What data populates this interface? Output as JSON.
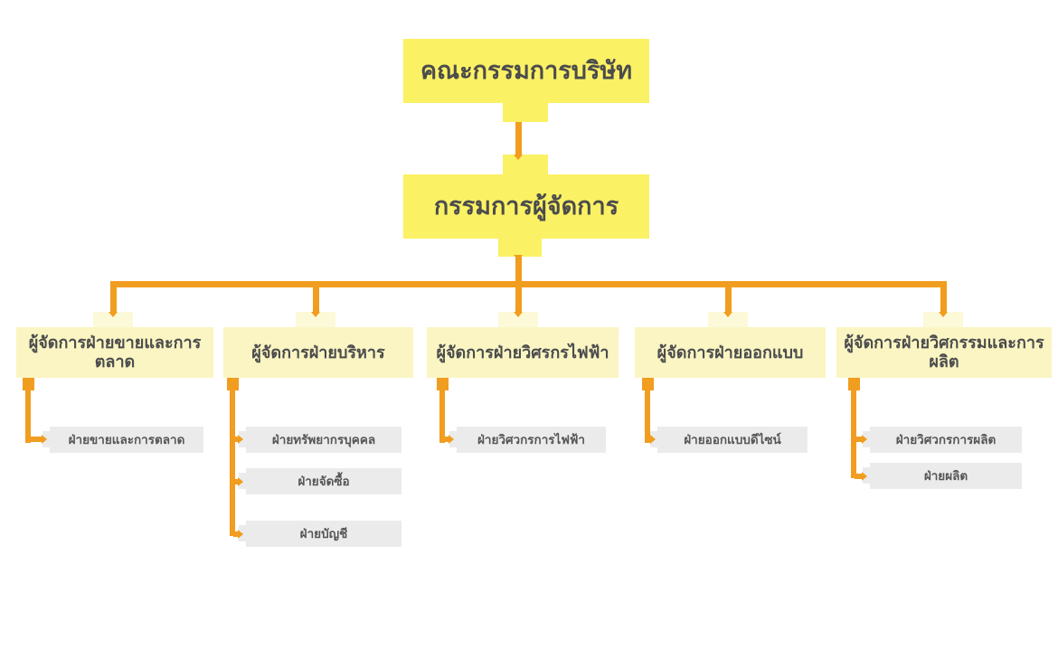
{
  "colors": {
    "bright_yellow": "#FBF164",
    "pale_yellow": "#FAF5C2",
    "pale_tab": "#FCF9D9",
    "orange": "#F19D1F",
    "grey_box": "#EBEBEB",
    "text_dark": "#4B4B4D",
    "text_sub": "#565658"
  },
  "org": {
    "root": "คณะกรรมการบริษัท",
    "managing_director": "กรรมการผู้จัดการ",
    "columns": [
      {
        "manager": "ผู้จัดการฝ่ายขายและการตลาด",
        "departments": [
          "ฝ่ายขายและการตลาด"
        ]
      },
      {
        "manager": "ผู้จัดการฝ่ายบริหาร",
        "departments": [
          "ฝ่ายทรัพยากรบุคคล",
          "ฝ่ายจัดซื้อ",
          "ฝ่ายบัญชี"
        ]
      },
      {
        "manager": "ผู้จัดการฝ่ายวิศรกรไฟฟ้า",
        "departments": [
          "ฝ่ายวิศวกรการไฟฟ้า"
        ]
      },
      {
        "manager": "ผู้จัดการฝ่ายออกแบบ",
        "departments": [
          "ฝ่ายออกแบบดีไซน์"
        ]
      },
      {
        "manager": "ผู้จัดการฝ่ายวิศกรรมและการผลิต",
        "departments": [
          "ฝ่ายวิศวกรการผลิต",
          "ฝ่ายผลิต"
        ]
      }
    ]
  }
}
